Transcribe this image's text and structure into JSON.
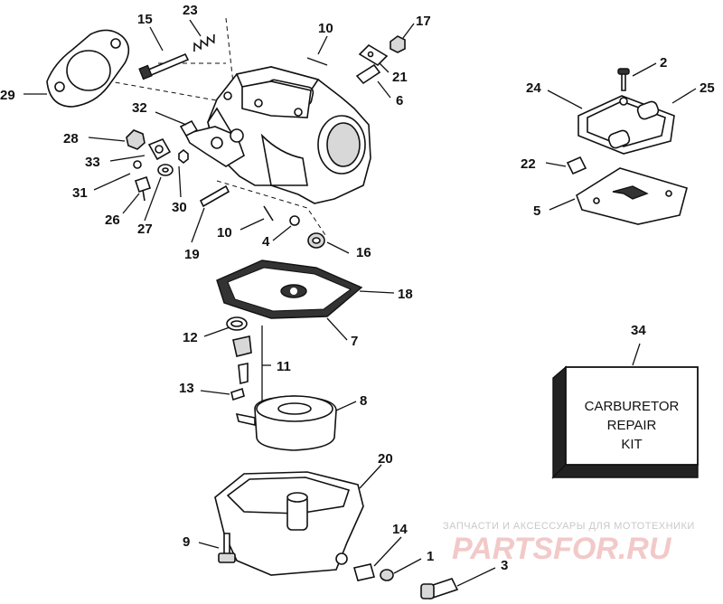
{
  "callouts": [
    {
      "id": "15",
      "label": "15"
    },
    {
      "id": "23",
      "label": "23"
    },
    {
      "id": "10a",
      "label": "10"
    },
    {
      "id": "17",
      "label": "17"
    },
    {
      "id": "2",
      "label": "2"
    },
    {
      "id": "29",
      "label": "29"
    },
    {
      "id": "21",
      "label": "21"
    },
    {
      "id": "24",
      "label": "24"
    },
    {
      "id": "25",
      "label": "25"
    },
    {
      "id": "6",
      "label": "6"
    },
    {
      "id": "32",
      "label": "32"
    },
    {
      "id": "28",
      "label": "28"
    },
    {
      "id": "33",
      "label": "33"
    },
    {
      "id": "22",
      "label": "22"
    },
    {
      "id": "31",
      "label": "31"
    },
    {
      "id": "26",
      "label": "26"
    },
    {
      "id": "27",
      "label": "27"
    },
    {
      "id": "30",
      "label": "30"
    },
    {
      "id": "5",
      "label": "5"
    },
    {
      "id": "10b",
      "label": "10"
    },
    {
      "id": "4",
      "label": "4"
    },
    {
      "id": "16",
      "label": "16"
    },
    {
      "id": "19",
      "label": "19"
    },
    {
      "id": "18",
      "label": "18"
    },
    {
      "id": "34",
      "label": "34"
    },
    {
      "id": "12",
      "label": "12"
    },
    {
      "id": "7",
      "label": "7"
    },
    {
      "id": "11",
      "label": "11"
    },
    {
      "id": "13",
      "label": "13"
    },
    {
      "id": "8",
      "label": "8"
    },
    {
      "id": "20",
      "label": "20"
    },
    {
      "id": "14",
      "label": "14"
    },
    {
      "id": "9",
      "label": "9"
    },
    {
      "id": "1",
      "label": "1"
    },
    {
      "id": "3",
      "label": "3"
    }
  ],
  "kit_box": {
    "line1": "CARBURETOR",
    "line2": "REPAIR",
    "line3": "KIT"
  },
  "watermark": {
    "tagline": "ЗАПЧАСТИ И АКСЕССУАРЫ ДЛЯ МОТОТЕХНИКИ",
    "brand": "PARTSFOR.RU"
  }
}
